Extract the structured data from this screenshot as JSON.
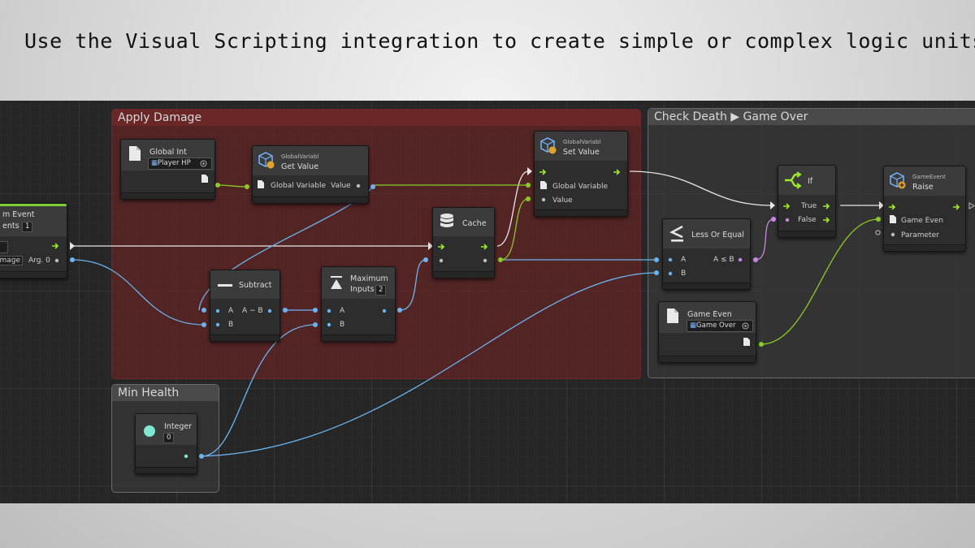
{
  "headline": "Use the Visual Scripting integration to create simple or complex logic units!",
  "groups": {
    "apply_damage": "Apply Damage",
    "check_death": "Check Death ▶ Game Over",
    "min_health": "Min Health"
  },
  "nodes": {
    "custom_event": {
      "title": "m Event",
      "line2": "ents",
      "arg_count": "1",
      "port_left": "amage",
      "port_arg": "Arg. 0"
    },
    "global_int": {
      "title": "Global Int",
      "value": "Player HP"
    },
    "get_value": {
      "sub": "GlobalVariabl",
      "title": "Get Value",
      "port_in": "Global Variable",
      "port_out": "Value"
    },
    "set_value": {
      "sub": "GlobalVariabl",
      "title": "Set Value",
      "port_gv": "Global Variable",
      "port_value": "Value"
    },
    "cache": {
      "title": "Cache"
    },
    "subtract": {
      "title": "Subtract",
      "a": "A",
      "b": "B",
      "out": "A − B"
    },
    "maximum": {
      "title1": "Maximum",
      "title2": "Inputs",
      "count": "2",
      "a": "A",
      "b": "B"
    },
    "less_equal": {
      "title": "Less Or Equal",
      "a": "A",
      "b": "B",
      "out": "A ≤ B"
    },
    "if_node": {
      "title": "If",
      "true": "True",
      "false": "False"
    },
    "raise": {
      "sub": "GameEvent",
      "title": "Raise",
      "port_ge": "Game Even",
      "port_param": "Parameter"
    },
    "game_event": {
      "title": "Game Even",
      "value": "Game Over"
    },
    "integer": {
      "title": "Integer",
      "value": "0"
    }
  },
  "colors": {
    "flow": "#e8e8e8",
    "float": "#6cb4f0",
    "object": "#8ac926",
    "bool": "#c68ae0",
    "arrow": "#9bea2d"
  }
}
